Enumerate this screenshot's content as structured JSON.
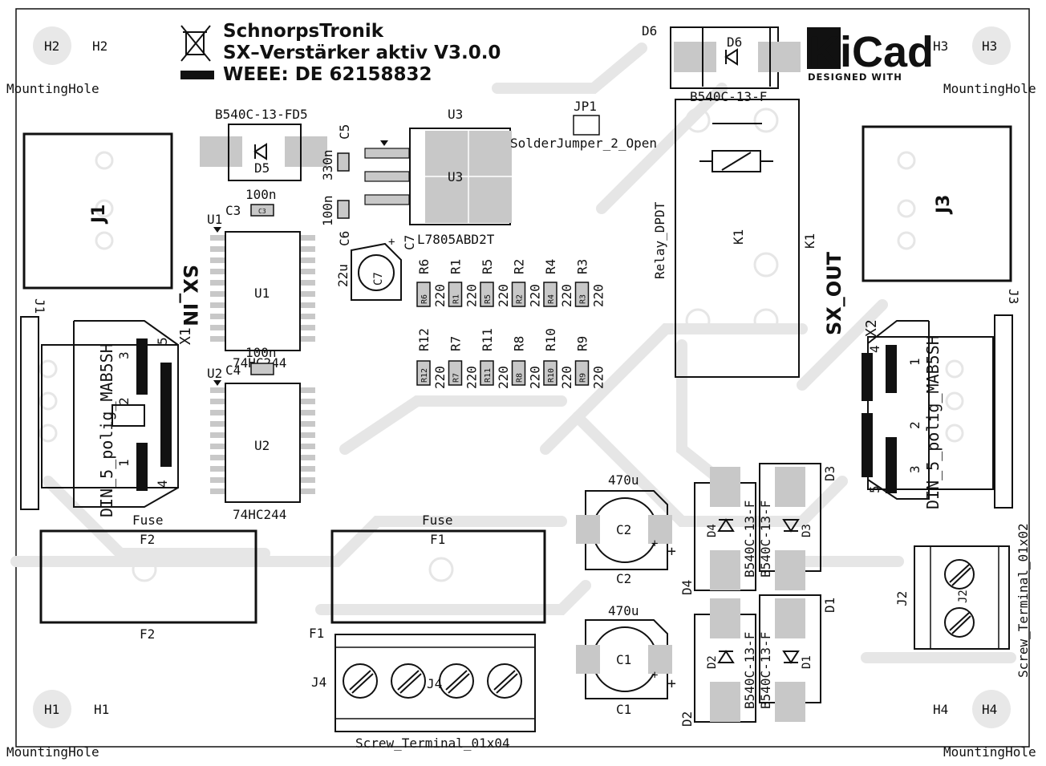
{
  "title_block": {
    "company": "SchnorpsTronik",
    "product": "SX–Verstärker aktiv V3.0.0",
    "weee": "WEEE: DE 62158832"
  },
  "logo": {
    "text": "KiCad",
    "tagline": "DESIGNED WITH"
  },
  "colors": {
    "board": "#ffffff",
    "ink": "#111111",
    "copper_shadow": "#e4e4e4",
    "pad": "#c8c8c8"
  },
  "mounting_holes": [
    {
      "ref": "H2",
      "value": "MountingHole"
    },
    {
      "ref": "H3",
      "value": "MountingHole"
    },
    {
      "ref": "H1",
      "value": "MountingHole"
    },
    {
      "ref": "H4",
      "value": "MountingHole"
    }
  ],
  "connectors": {
    "J1": {
      "ref": "J1",
      "net": "SX_IN"
    },
    "J3": {
      "ref": "J3",
      "net": "SX_OUT"
    },
    "X1": {
      "ref": "X1",
      "value": "DIN_5_polig_MAB5SH",
      "pins": [
        "1",
        "2",
        "3",
        "4",
        "5"
      ]
    },
    "X2": {
      "ref": "X2",
      "value": "DIN_5_polig_MAB5SH",
      "pins": [
        "1",
        "2",
        "3",
        "4",
        "5"
      ]
    },
    "J2": {
      "ref": "J2",
      "value": "Screw_Terminal_01x02"
    },
    "J4": {
      "ref": "J4",
      "value": "Screw_Terminal_01x04"
    }
  },
  "fuses": [
    {
      "ref": "F2",
      "value": "Fuse"
    },
    {
      "ref": "F1",
      "value": "Fuse"
    }
  ],
  "ics": [
    {
      "ref": "U1",
      "value": "74HC244"
    },
    {
      "ref": "U2",
      "value": "74HC244"
    },
    {
      "ref": "U3",
      "value": "L7805ABD2T"
    }
  ],
  "capacitors": [
    {
      "ref": "C3",
      "value": "100n"
    },
    {
      "ref": "C4",
      "value": "100n"
    },
    {
      "ref": "C5",
      "value": "330n"
    },
    {
      "ref": "C6",
      "value": "100n"
    },
    {
      "ref": "C7",
      "value": "22u"
    },
    {
      "ref": "C2",
      "value": "470u"
    },
    {
      "ref": "C1",
      "value": "470u"
    }
  ],
  "resistors_row1": [
    {
      "ref": "R6",
      "value": "220"
    },
    {
      "ref": "R1",
      "value": "220"
    },
    {
      "ref": "R5",
      "value": "220"
    },
    {
      "ref": "R2",
      "value": "220"
    },
    {
      "ref": "R4",
      "value": "220"
    },
    {
      "ref": "R3",
      "value": "220"
    }
  ],
  "resistors_row2": [
    {
      "ref": "R12",
      "value": "220"
    },
    {
      "ref": "R7",
      "value": "220"
    },
    {
      "ref": "R11",
      "value": "220"
    },
    {
      "ref": "R8",
      "value": "220"
    },
    {
      "ref": "R10",
      "value": "220"
    },
    {
      "ref": "R9",
      "value": "220"
    }
  ],
  "diodes": [
    {
      "ref": "D5",
      "value": "B540C-13-FD5"
    },
    {
      "ref": "D6",
      "value": "B540C-13-F"
    },
    {
      "ref": "D4",
      "value": "B540C-13-F"
    },
    {
      "ref": "D3",
      "value": "B540C-13-F"
    },
    {
      "ref": "D2",
      "value": "B540C-13-F"
    },
    {
      "ref": "D1",
      "value": "B540C-13-F"
    }
  ],
  "jumper": {
    "ref": "JP1",
    "value": "SolderJumper_2_Open"
  },
  "relay": {
    "ref": "K1",
    "value": "Relay_DPDT"
  }
}
